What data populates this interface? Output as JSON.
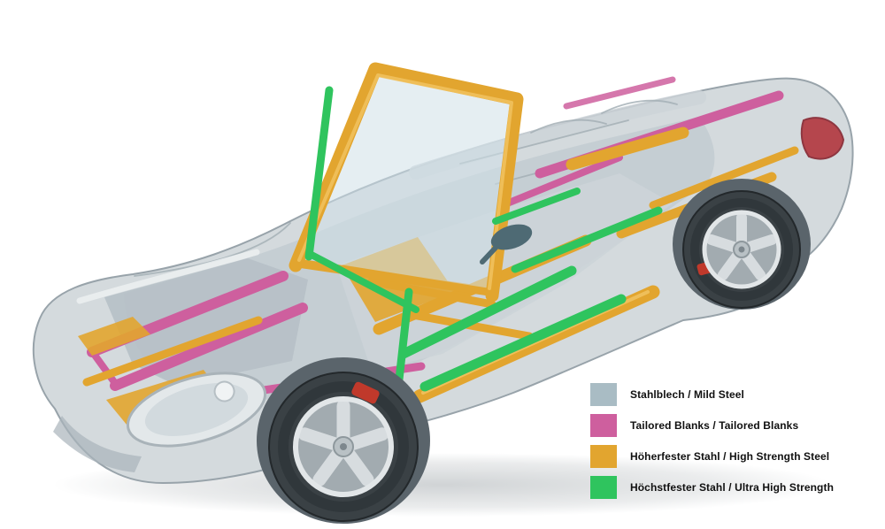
{
  "legend": {
    "items": [
      {
        "key": "mild-steel",
        "label": "Stahlblech / Mild Steel",
        "color": "#a9bcc4"
      },
      {
        "key": "tailored-blanks",
        "label": "Tailored Blanks / Tailored Blanks",
        "color": "#ce5f9e"
      },
      {
        "key": "high-strength-steel",
        "label": "Höherfester Stahl / High Strength Steel",
        "color": "#e2a52f"
      },
      {
        "key": "ultra-high-strength",
        "label": "Höchstfester Stahl / Ultra High Strength",
        "color": "#2fc45e"
      }
    ]
  },
  "colors": {
    "mild": "#a9bcc4",
    "tailored": "#ce5f9e",
    "high": "#e2a52f",
    "ultra": "#2fc45e",
    "body": "#d4dadd",
    "body_shade": "#b9c2c8",
    "outline": "#98a3aa",
    "tire": "#3a4145",
    "rim": "#a2abb0",
    "caliper": "#c0392b",
    "glass": "#cfe0e8"
  }
}
